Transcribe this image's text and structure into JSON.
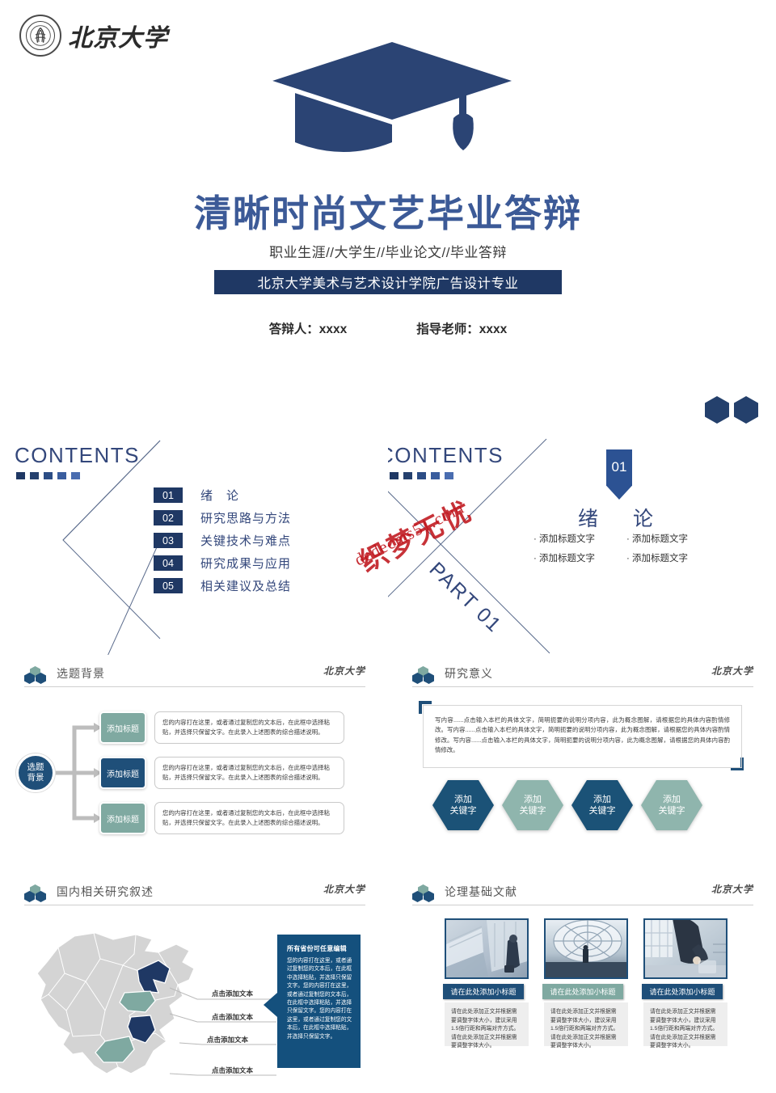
{
  "cover": {
    "logo_text": "北京大学",
    "seal_name": "peking-university-seal",
    "title": "清晰时尚文艺毕业答辩",
    "subtitle": "职业生涯//大学生//毕业论文//毕业答辩",
    "banner": "北京大学美术与艺术设计学院广告设计专业",
    "presenter": "答辩人：xxxx",
    "advisor": "指导老师：xxxx"
  },
  "contents": {
    "heading": "CONTENTS",
    "items": [
      {
        "num": "01",
        "label": "绪　论"
      },
      {
        "num": "02",
        "label": "研究思路与方法"
      },
      {
        "num": "03",
        "label": "关键技术与难点"
      },
      {
        "num": "04",
        "label": "研究成果与应用"
      },
      {
        "num": "05",
        "label": "相关建议及总结"
      }
    ],
    "square_colors": [
      "#1f3864",
      "#25416e",
      "#2c4d85",
      "#3a5d9e",
      "#4a6db0"
    ]
  },
  "part01": {
    "heading": "CONTENTS",
    "part_label": "PART 01",
    "badge": "01",
    "title": "绪　论",
    "bullets": [
      "添加标题文字",
      "添加标题文字",
      "添加标题文字",
      "添加标题文字"
    ]
  },
  "watermark": {
    "cn": "织梦无忧",
    "en": "dedecms51.com",
    "color": "#c0161d"
  },
  "slide_bg": {
    "section_title": "选题背景",
    "mark": "北京大学",
    "center": [
      "选题",
      "背景"
    ],
    "rows": [
      {
        "chip": "添加标题",
        "color": "#7fa9a1",
        "text": "您的内容打在这里，或者通过复制您的文本后，在此框中选择粘贴，并选择只保留文字。在此录入上述图表的综合描述说明。"
      },
      {
        "chip": "添加标题",
        "color": "#1f4f79",
        "text": "您的内容打在这里，或者通过复制您的文本后，在此框中选择粘贴，并选择只保留文字。在此录入上述图表的综合描述说明。"
      },
      {
        "chip": "添加标题",
        "color": "#7fa9a1",
        "text": "您的内容打在这里，或者通过复制您的文本后，在此框中选择粘贴，并选择只保留文字。在此录入上述图表的综合描述说明。"
      }
    ]
  },
  "slide_mean": {
    "section_title": "研究意义",
    "mark": "北京大学",
    "paragraph": "写内容......点击输入本栏的具体文字，简明扼要的说明分项内容，此为概念图解，请根据您的具体内容酌情修改。写内容......点击输入本栏的具体文字，简明扼要的说明分项内容，此为概念图解，请根据您的具体内容酌情修改。写内容......点击输入本栏的具体文字，简明扼要的说明分项内容，此为概念图解，请根据您的具体内容酌情修改。",
    "keys": [
      {
        "l1": "添加",
        "l2": "关键字",
        "color": "#1b5277"
      },
      {
        "l1": "添加",
        "l2": "关键字",
        "color": "#8fb5ad"
      },
      {
        "l1": "添加",
        "l2": "关键字",
        "color": "#1b5277"
      },
      {
        "l1": "添加",
        "l2": "关键字",
        "color": "#8fb5ad"
      }
    ]
  },
  "slide_map": {
    "section_title": "国内相关研究叙述",
    "mark": "北京大学",
    "labels": [
      "点击添加文本",
      "点击添加文本",
      "点击添加文本",
      "点击添加文本"
    ],
    "panel_title": "所有省份可任意编辑",
    "panel_body": "您的内容打在这里，或者通过复制您的文本后，在此框中选择粘贴，并选择只保留文字。您的内容打在这里，或者通过复制您的文本后，在此框中选择粘贴，并选择只保留文字。您的内容打在这里，或者通过复制您的文本后，在此框中选择粘贴，并选择只保留文字。",
    "highlight_colors": [
      "#1f3864",
      "#7fa9a1",
      "#1f3864",
      "#7fa9a1"
    ],
    "base_color": "#d4d4d4"
  },
  "slide_lit": {
    "section_title": "论理基础文献",
    "mark": "北京大学",
    "cards": [
      {
        "caption": "请在此处添加小标题",
        "cap_color": "#1f4f79",
        "body": "请在此处添加正文并根据需要调整字体大小，建议采用1.5倍行距和两端对齐方式。请在此处添加正文并根据需要调整字体大小。",
        "photo": "escalator-businessman-photo"
      },
      {
        "caption": "请在此处添加小标题",
        "cap_color": "#7fa9a1",
        "body": "请在此处添加正文并根据需要调整字体大小，建议采用1.5倍行距和两端对齐方式。请在此处添加正文并根据需要调整字体大小。",
        "photo": "glass-dome-silhouette-photo"
      },
      {
        "caption": "请在此处添加小标题",
        "cap_color": "#1f4f79",
        "body": "请在此处添加正文并根据需要调整字体大小，建议采用1.5倍行距和两端对齐方式。请在此处添加正文并根据需要调整字体大小。",
        "photo": "businessman-briefcase-photo"
      }
    ]
  },
  "theme": {
    "navy": "#1f3864",
    "blue": "#2c5293",
    "teal": "#7fa9a1",
    "steel": "#1f4f79"
  }
}
